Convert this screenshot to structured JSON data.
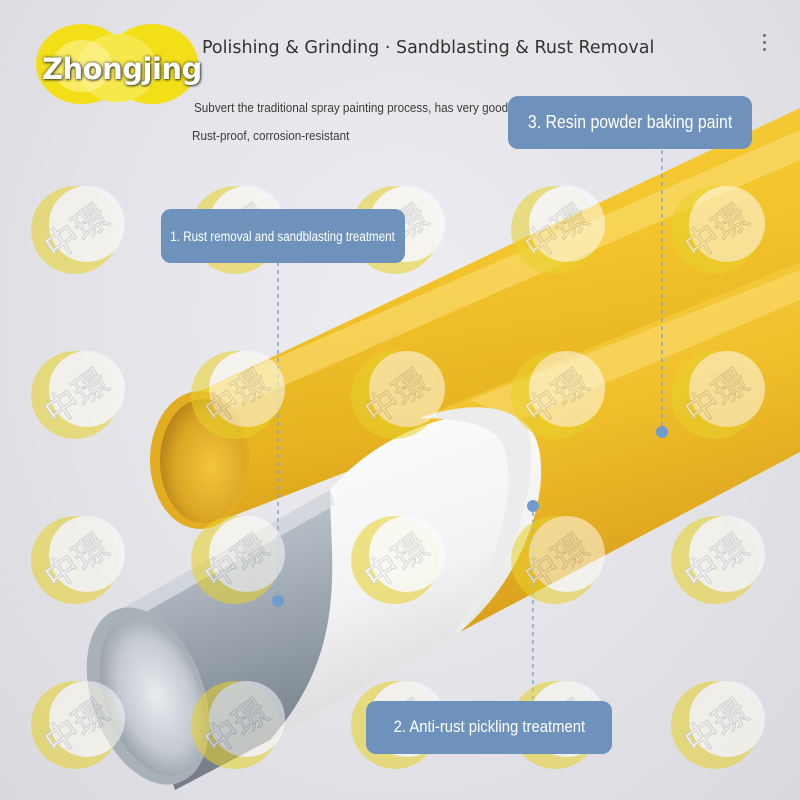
{
  "brand": {
    "name": "Zhongjing"
  },
  "headline": "Polishing & Grinding · Sandblasting & Rust Removal",
  "subtitles": [
    "Subvert the traditional spray painting process, has very good",
    "Rust-proof, corrosion-resistant"
  ],
  "callouts": [
    {
      "label": "1. Rust removal and sandblasting treatment"
    },
    {
      "label": "2. Anti-rust pickling treatment"
    },
    {
      "label": "3. Resin powder baking paint"
    }
  ],
  "watermark": {
    "glyphs": "中璟"
  },
  "icons": {
    "menu": "more-vert-icon"
  },
  "colors": {
    "callout": "#6f92bd",
    "pipe_yellow": "#f1c22c",
    "pipe_inner": "#d7a21f",
    "coating_white": "#f7f7f7",
    "steel": "#a8b0b8",
    "watermark": "#e8d22a"
  }
}
